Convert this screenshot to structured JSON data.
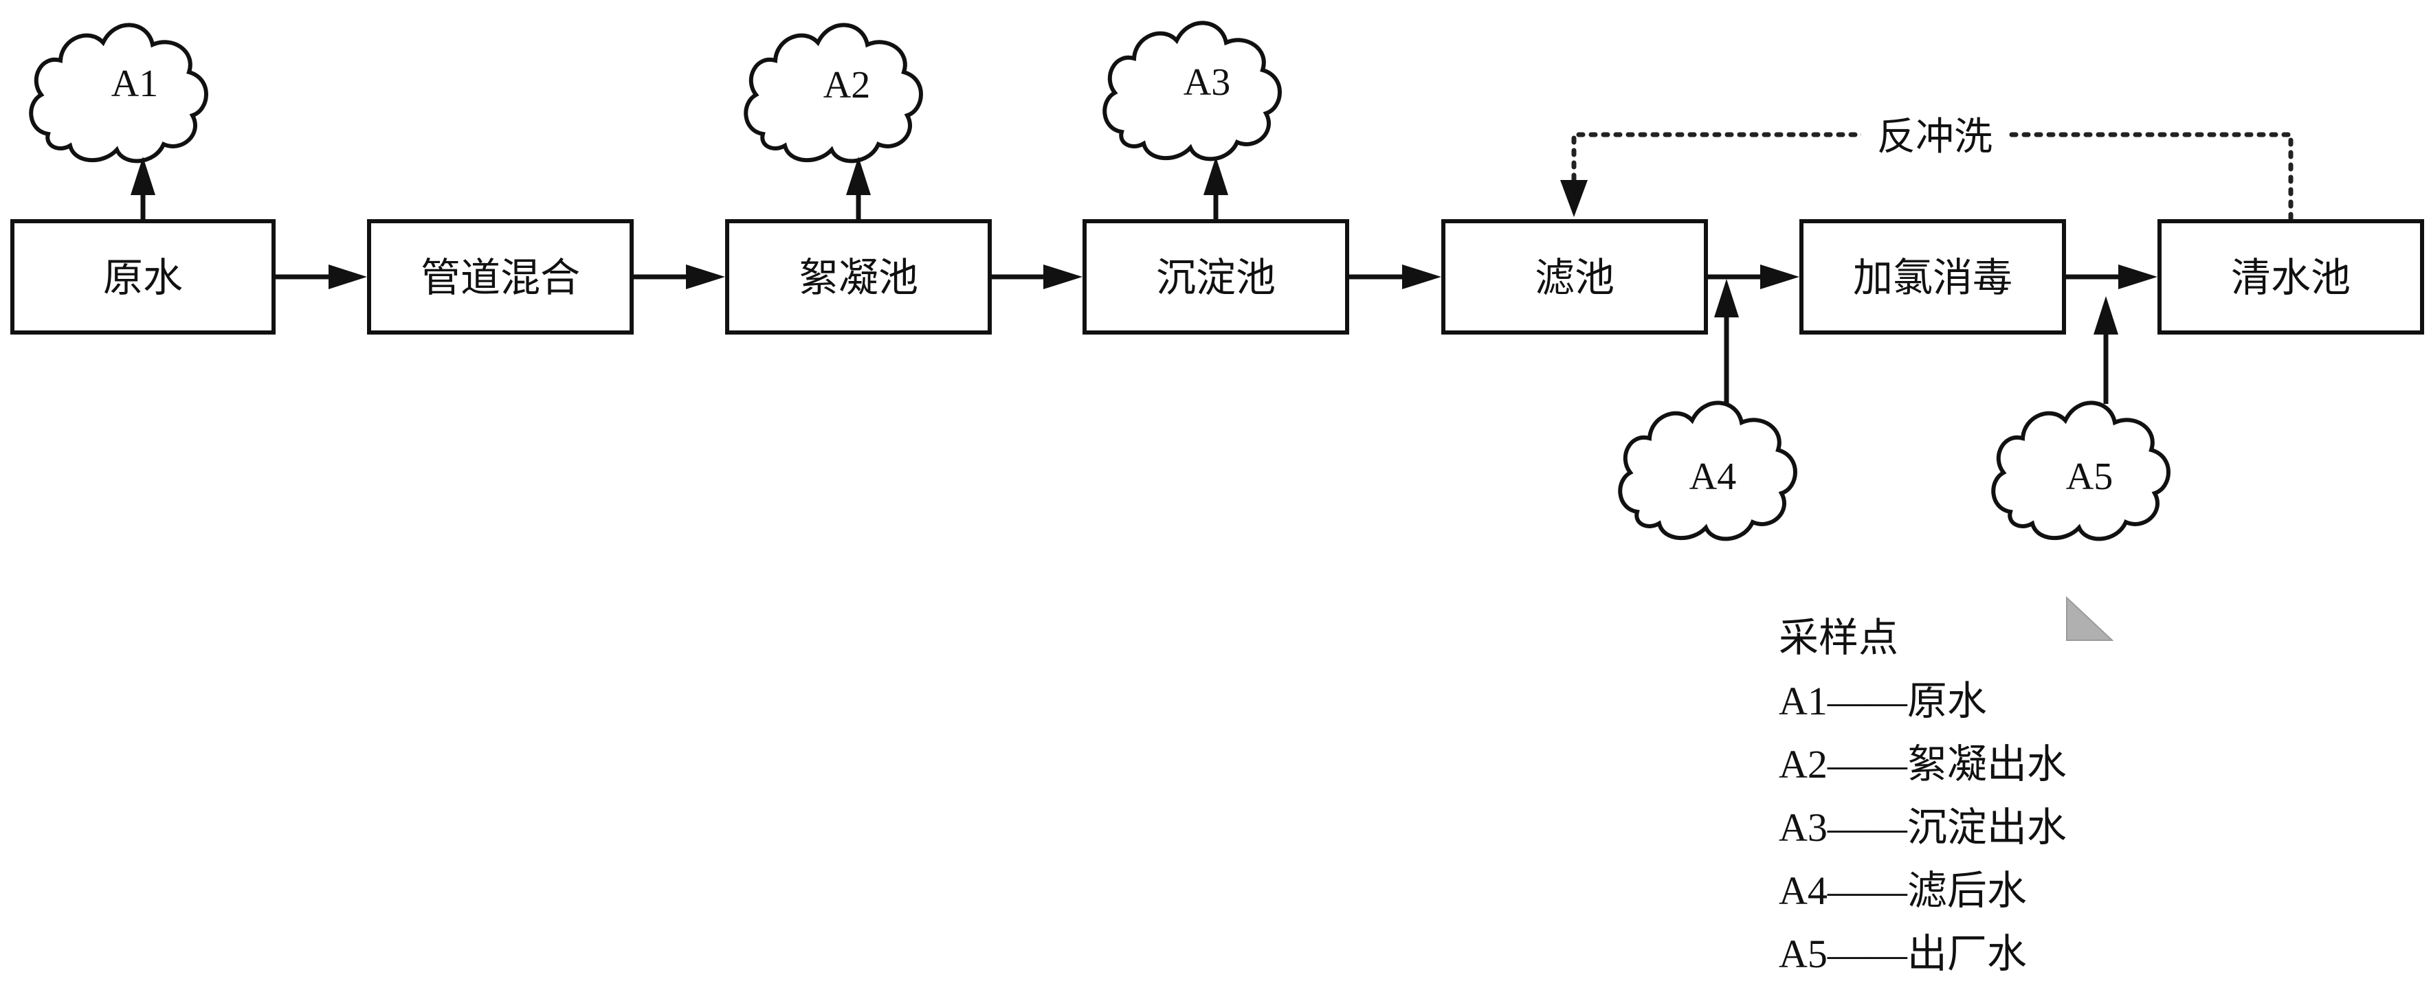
{
  "process_steps": [
    "原水",
    "管道混合",
    "絮凝池",
    "沉淀池",
    "滤池",
    "加氯消毒",
    "清水池"
  ],
  "sampling_points": [
    "A1",
    "A2",
    "A3",
    "A4",
    "A5"
  ],
  "backwash_label": "反冲洗",
  "legend": {
    "title": "采样点",
    "entries": [
      "A1——原水",
      "A2——絮凝出水",
      "A3——沉淀出水",
      "A4——滤后水",
      "A5——出厂水"
    ]
  }
}
